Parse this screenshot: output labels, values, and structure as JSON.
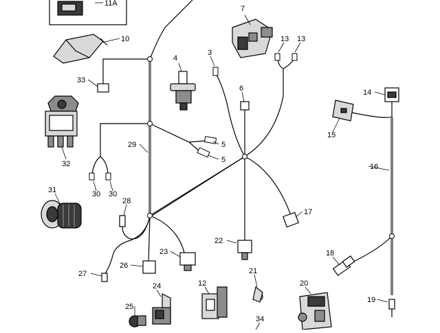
{
  "diagram": {
    "callouts": {
      "c11a": "11A",
      "c10": "10",
      "c7": "7",
      "c13a": "13",
      "c13b": "13",
      "c3": "3",
      "c4": "4",
      "c33": "33",
      "c6": "6",
      "c14": "14",
      "c15": "15",
      "c32": "32",
      "c29": "29",
      "c5a": "5",
      "c5b": "5",
      "c16": "16",
      "c30a": "30",
      "c30b": "30",
      "c31": "31",
      "c28": "28",
      "c17": "17",
      "c22": "22",
      "c23": "23",
      "c18": "18",
      "c26": "26",
      "c27": "27",
      "c21": "21",
      "c12": "12",
      "c24": "24",
      "c20": "20",
      "c19": "19",
      "c25": "25",
      "c34": "34"
    },
    "colors": {
      "line": "#000000",
      "fill_dark": "#3a3a3a",
      "fill_mid": "#8c8c8c",
      "fill_light": "#d9d9d9"
    }
  }
}
